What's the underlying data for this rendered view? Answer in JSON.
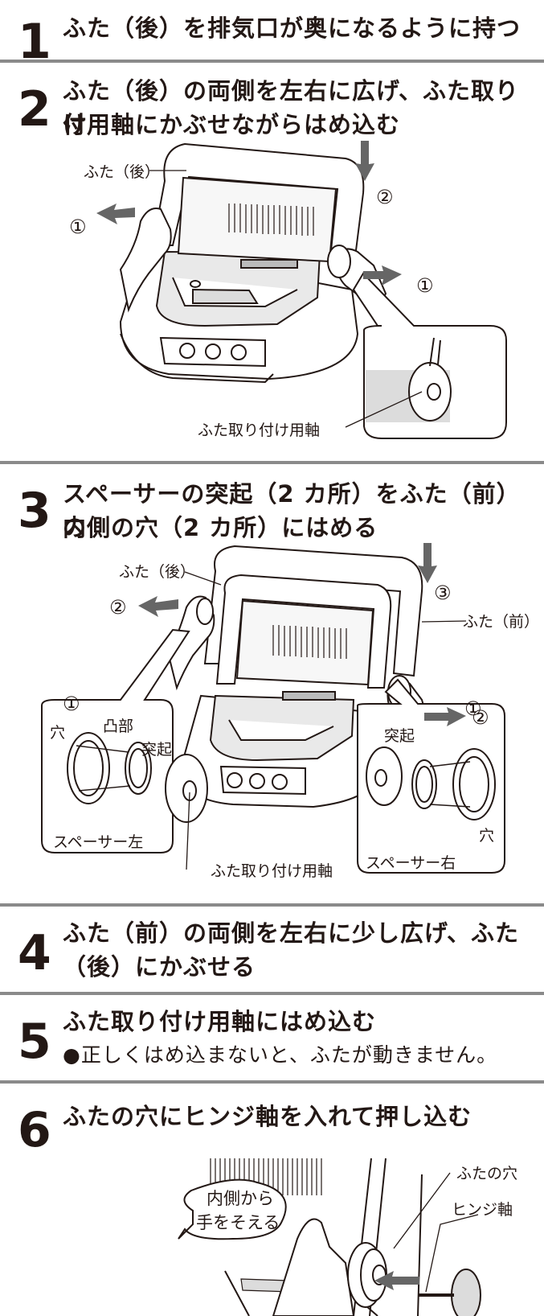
{
  "steps": [
    {
      "number": "1",
      "title": "ふた（後）を排気口が奥になるように持つ"
    },
    {
      "number": "2",
      "title_line1": "ふた（後）の両側を左右に広げ、ふた取り付",
      "title_line2": "け用軸にかぶせながらはめ込む"
    },
    {
      "number": "3",
      "title_line1": "スペーサーの突起（2 カ所）をふた（前）の",
      "title_line2": "内側の穴（2 カ所）にはめる"
    },
    {
      "number": "4",
      "title_line1": "ふた（前）の両側を左右に少し広げ、ふた",
      "title_line2": "（後）にかぶせる"
    },
    {
      "number": "5",
      "title": "ふた取り付け用軸にはめ込む",
      "note": "●正しくはめ込まないと、ふたが動きません。"
    },
    {
      "number": "6",
      "title": "ふたの穴にヒンジ軸を入れて押し込む"
    }
  ],
  "fig2": {
    "lid_rear": "ふた（後）",
    "mark1": "①",
    "mark2": "②",
    "shaft": "ふた取り付け用軸"
  },
  "fig3": {
    "lid_rear": "ふた（後）",
    "lid_front": "ふた（前）",
    "mark1": "①",
    "mark2": "②",
    "mark3": "③",
    "hole": "穴",
    "convex": "凸部",
    "protrusion": "突起",
    "spacer_left": "スペーサー左",
    "spacer_right": "スペーサー右",
    "shaft": "ふた取り付け用軸"
  },
  "fig6": {
    "bubble_line1": "内側から",
    "bubble_line2": "手をそえる",
    "lid_hole": "ふたの穴",
    "hinge_shaft": "ヒンジ軸"
  }
}
